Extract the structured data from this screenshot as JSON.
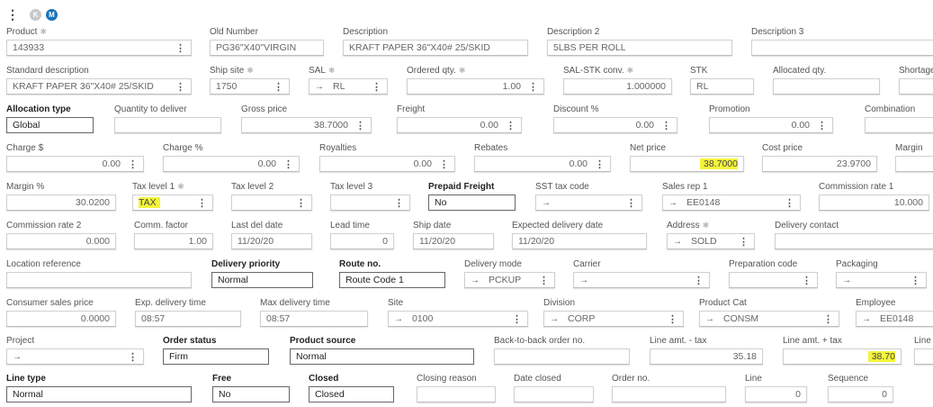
{
  "toolbar": {
    "menu_icon": "vertical-dots-icon",
    "first_icon": "skip-first-icon",
    "last_icon": "skip-last-icon",
    "first_glyph": "K",
    "last_glyph": "M",
    "accent": "#1a73b8",
    "disabled": "#c8c8c8"
  },
  "highlight_color": "#f4f53a",
  "rows": [
    [
      {
        "label": "Product",
        "value": "143933",
        "required": true,
        "menu": true
      },
      {
        "label": "Old Number",
        "value": "PG36\"X40\"VIRGIN"
      },
      {
        "label": "Description",
        "value": "KRAFT PAPER 36\"X40# 25/SKID"
      },
      {
        "label": "Description 2",
        "value": "5LBS PER ROLL"
      },
      {
        "label": "Description 3",
        "value": ""
      }
    ],
    [
      {
        "label": "Standard description",
        "value": "KRAFT PAPER 36\"X40# 25/SKID",
        "menu": true
      },
      {
        "label": "Ship site",
        "value": "1750",
        "required": true,
        "menu": true
      },
      {
        "label": "SAL",
        "value": "RL",
        "required": true,
        "menu": true,
        "arrow": true
      },
      {
        "label": "Ordered qty.",
        "value": "1.00",
        "required": true,
        "menu": true,
        "numeric": true
      },
      {
        "label": "SAL-STK conv.",
        "value": "1.000000",
        "required": true,
        "numeric": true
      },
      {
        "label": "STK",
        "value": "RL"
      },
      {
        "label": "Allocated qty.",
        "value": ""
      },
      {
        "label": "Shortage",
        "value": ""
      }
    ],
    [
      {
        "label": "Allocation type",
        "value": "Global",
        "editable": true
      },
      {
        "label": "Quantity to deliver",
        "value": ""
      },
      {
        "label": "Gross price",
        "value": "38.7000",
        "menu": true,
        "numeric": true
      },
      {
        "label": "Freight",
        "value": "0.00",
        "menu": true,
        "numeric": true
      },
      {
        "label": "Discount %",
        "value": "0.00",
        "menu": true,
        "numeric": true
      },
      {
        "label": "Promotion",
        "value": "0.00",
        "menu": true,
        "numeric": true
      },
      {
        "label": "Combination",
        "value": ""
      }
    ],
    [
      {
        "label": "Charge $",
        "value": "0.00",
        "menu": true,
        "numeric": true
      },
      {
        "label": "Charge %",
        "value": "0.00",
        "menu": true,
        "numeric": true
      },
      {
        "label": "Royalties",
        "value": "0.00",
        "menu": true,
        "numeric": true
      },
      {
        "label": "Rebates",
        "value": "0.00",
        "menu": true,
        "numeric": true
      },
      {
        "label": "Net price",
        "value": "38.7000",
        "numeric": true,
        "highlight": true
      },
      {
        "label": "Cost price",
        "value": "23.9700",
        "numeric": true
      },
      {
        "label": "Margin",
        "value": ""
      }
    ],
    [
      {
        "label": "Margin %",
        "value": "30.0200",
        "numeric": true
      },
      {
        "label": "Tax level 1",
        "value": "TAX",
        "required": true,
        "menu": true,
        "highlight": true
      },
      {
        "label": "Tax level 2",
        "value": "",
        "menu": true
      },
      {
        "label": "Tax level 3",
        "value": "",
        "menu": true
      },
      {
        "label": "Prepaid Freight",
        "value": "No",
        "editable": true
      },
      {
        "label": "SST tax code",
        "value": "",
        "menu": true,
        "arrow": true
      },
      {
        "label": "Sales rep 1",
        "value": "EE0148",
        "menu": true,
        "arrow": true
      },
      {
        "label": "Commission rate 1",
        "value": "10.000",
        "numeric": true
      }
    ],
    [
      {
        "label": "Commission rate 2",
        "value": "0.000",
        "numeric": true
      },
      {
        "label": "Comm. factor",
        "value": "1.00",
        "numeric": true
      },
      {
        "label": "Last del date",
        "value": "11/20/20"
      },
      {
        "label": "Lead time",
        "value": "0",
        "numeric": true
      },
      {
        "label": "Ship date",
        "value": "11/20/20"
      },
      {
        "label": "Expected delivery date",
        "value": "11/20/20"
      },
      {
        "label": "Address",
        "value": "SOLD",
        "required": true,
        "menu": true,
        "arrow": true
      },
      {
        "label": "Delivery contact",
        "value": ""
      }
    ],
    [
      {
        "label": "Location reference",
        "value": ""
      },
      {
        "label": "Delivery priority",
        "value": "Normal",
        "editable": true
      },
      {
        "label": "Route no.",
        "value": "Route Code 1",
        "editable": true
      },
      {
        "label": "Delivery mode",
        "value": "PCKUP",
        "menu": true,
        "arrow": true
      },
      {
        "label": "Carrier",
        "value": "",
        "menu": true,
        "arrow": true
      },
      {
        "label": "Preparation code",
        "value": "",
        "menu": true
      },
      {
        "label": "Packaging",
        "value": "",
        "menu": true,
        "arrow": true
      }
    ],
    [
      {
        "label": "Consumer sales price",
        "value": "0.0000",
        "numeric": true
      },
      {
        "label": "Exp. delivery time",
        "value": "08:57"
      },
      {
        "label": "Max delivery time",
        "value": "08:57"
      },
      {
        "label": "Site",
        "value": "0100",
        "menu": true,
        "arrow": true
      },
      {
        "label": "Division",
        "value": "CORP",
        "menu": true,
        "arrow": true
      },
      {
        "label": "Product Cat",
        "value": "CONSM",
        "menu": true,
        "arrow": true
      },
      {
        "label": "Employee",
        "value": "EE0148",
        "arrow": true
      }
    ],
    [
      {
        "label": "Project",
        "value": "",
        "menu": true,
        "arrow": true
      },
      {
        "label": "Order status",
        "value": "Firm",
        "editable": true
      },
      {
        "label": "Product source",
        "value": "Normal",
        "editable": true
      },
      {
        "label": "Back-to-back order no.",
        "value": ""
      },
      {
        "label": "Line amt. - tax",
        "value": "35.18",
        "numeric": true
      },
      {
        "label": "Line amt. + tax",
        "value": "38.70",
        "numeric": true,
        "highlight": true
      },
      {
        "label": "Line",
        "value": ""
      }
    ],
    [
      {
        "label": "Line type",
        "value": "Normal",
        "editable": true
      },
      {
        "label": "Free",
        "value": "No",
        "editable": true
      },
      {
        "label": "Closed",
        "value": "Closed",
        "editable": true
      },
      {
        "label": "Closing reason",
        "value": ""
      },
      {
        "label": "Date closed",
        "value": ""
      },
      {
        "label": "Order no.",
        "value": ""
      },
      {
        "label": "Line",
        "value": "0",
        "numeric": true
      },
      {
        "label": "Sequence",
        "value": "0",
        "numeric": true
      }
    ]
  ]
}
